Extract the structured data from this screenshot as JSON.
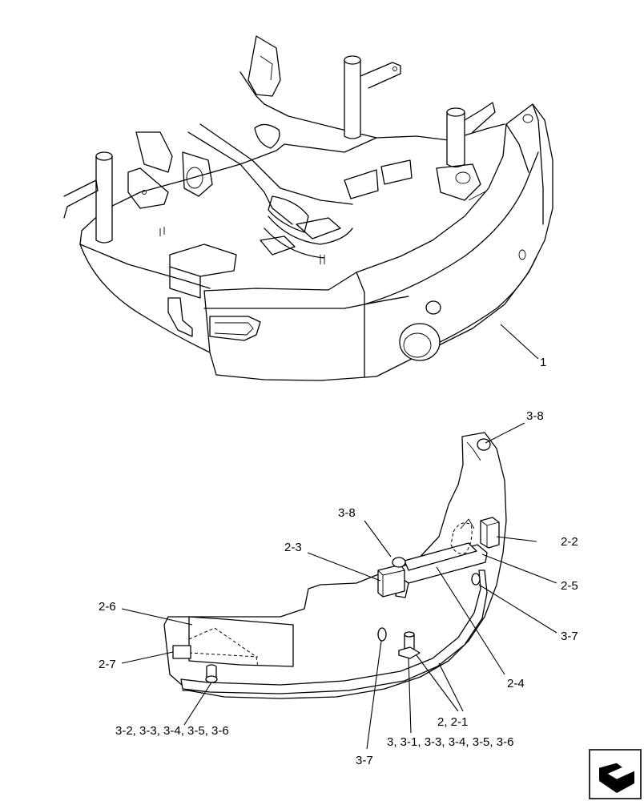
{
  "labels": {
    "part_1": "1",
    "l_3_8_top": "3-8",
    "l_3_8_mid": "3-8",
    "l_2_2": "2-2",
    "l_2_3": "2-3",
    "l_2_5": "2-5",
    "l_3_7_right": "3-7",
    "l_2_6": "2-6",
    "l_2_7": "2-7",
    "l_2_4": "2-4",
    "l_2_2_1": "2, 2-1",
    "l_3_group_left": "3-2, 3-3, 3-4, 3-5, 3-6",
    "l_3_group_right": "3, 3-1, 3-3, 3-4, 3-5, 3-6",
    "l_3_7_bottom": "3-7"
  },
  "icons": {
    "nav": "arrow-return-icon"
  }
}
